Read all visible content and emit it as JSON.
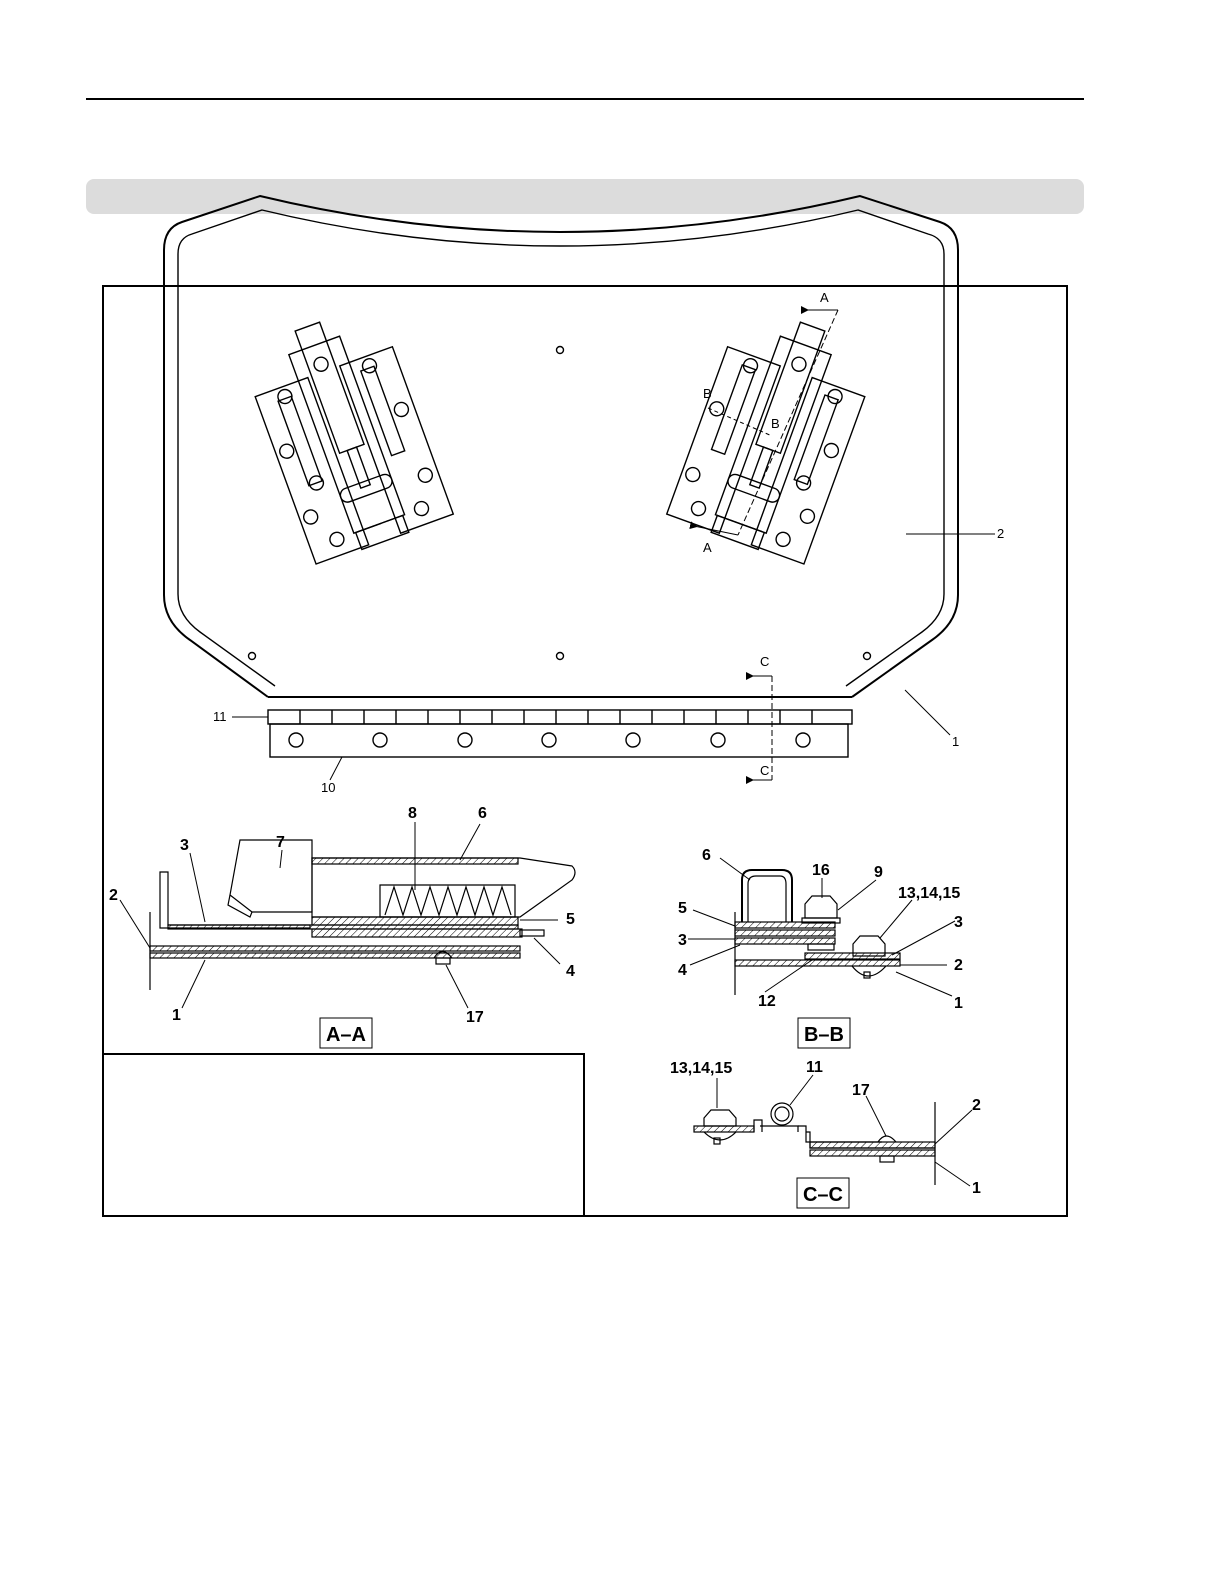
{
  "figure": {
    "plan_view": {
      "section_markers": {
        "a_top": "A",
        "a_bottom": "A",
        "b_left": "B",
        "b_right": "B",
        "c_top": "C",
        "c_bottom": "C"
      },
      "callouts": {
        "plate": "2",
        "frame": "1",
        "hinge": "11",
        "hinge_leaf": "10"
      }
    },
    "section_aa": {
      "title": "A–A",
      "callouts": {
        "c7": "7",
        "c8": "8",
        "c6": "6",
        "c3": "3",
        "c2": "2",
        "c5": "5",
        "c4": "4",
        "c1": "1",
        "c17": "17"
      }
    },
    "section_bb": {
      "title": "B–B",
      "callouts": {
        "c6": "6",
        "c16": "16",
        "c9": "9",
        "c131415": "13,14,15",
        "c5": "5",
        "c3a": "3",
        "c3b": "3",
        "c2": "2",
        "c4": "4",
        "c12": "12",
        "c1": "1"
      }
    },
    "section_cc": {
      "title": "C–C",
      "callouts": {
        "c131415": "13,14,15",
        "c11": "11",
        "c17": "17",
        "c2": "2",
        "c1": "1"
      }
    }
  }
}
